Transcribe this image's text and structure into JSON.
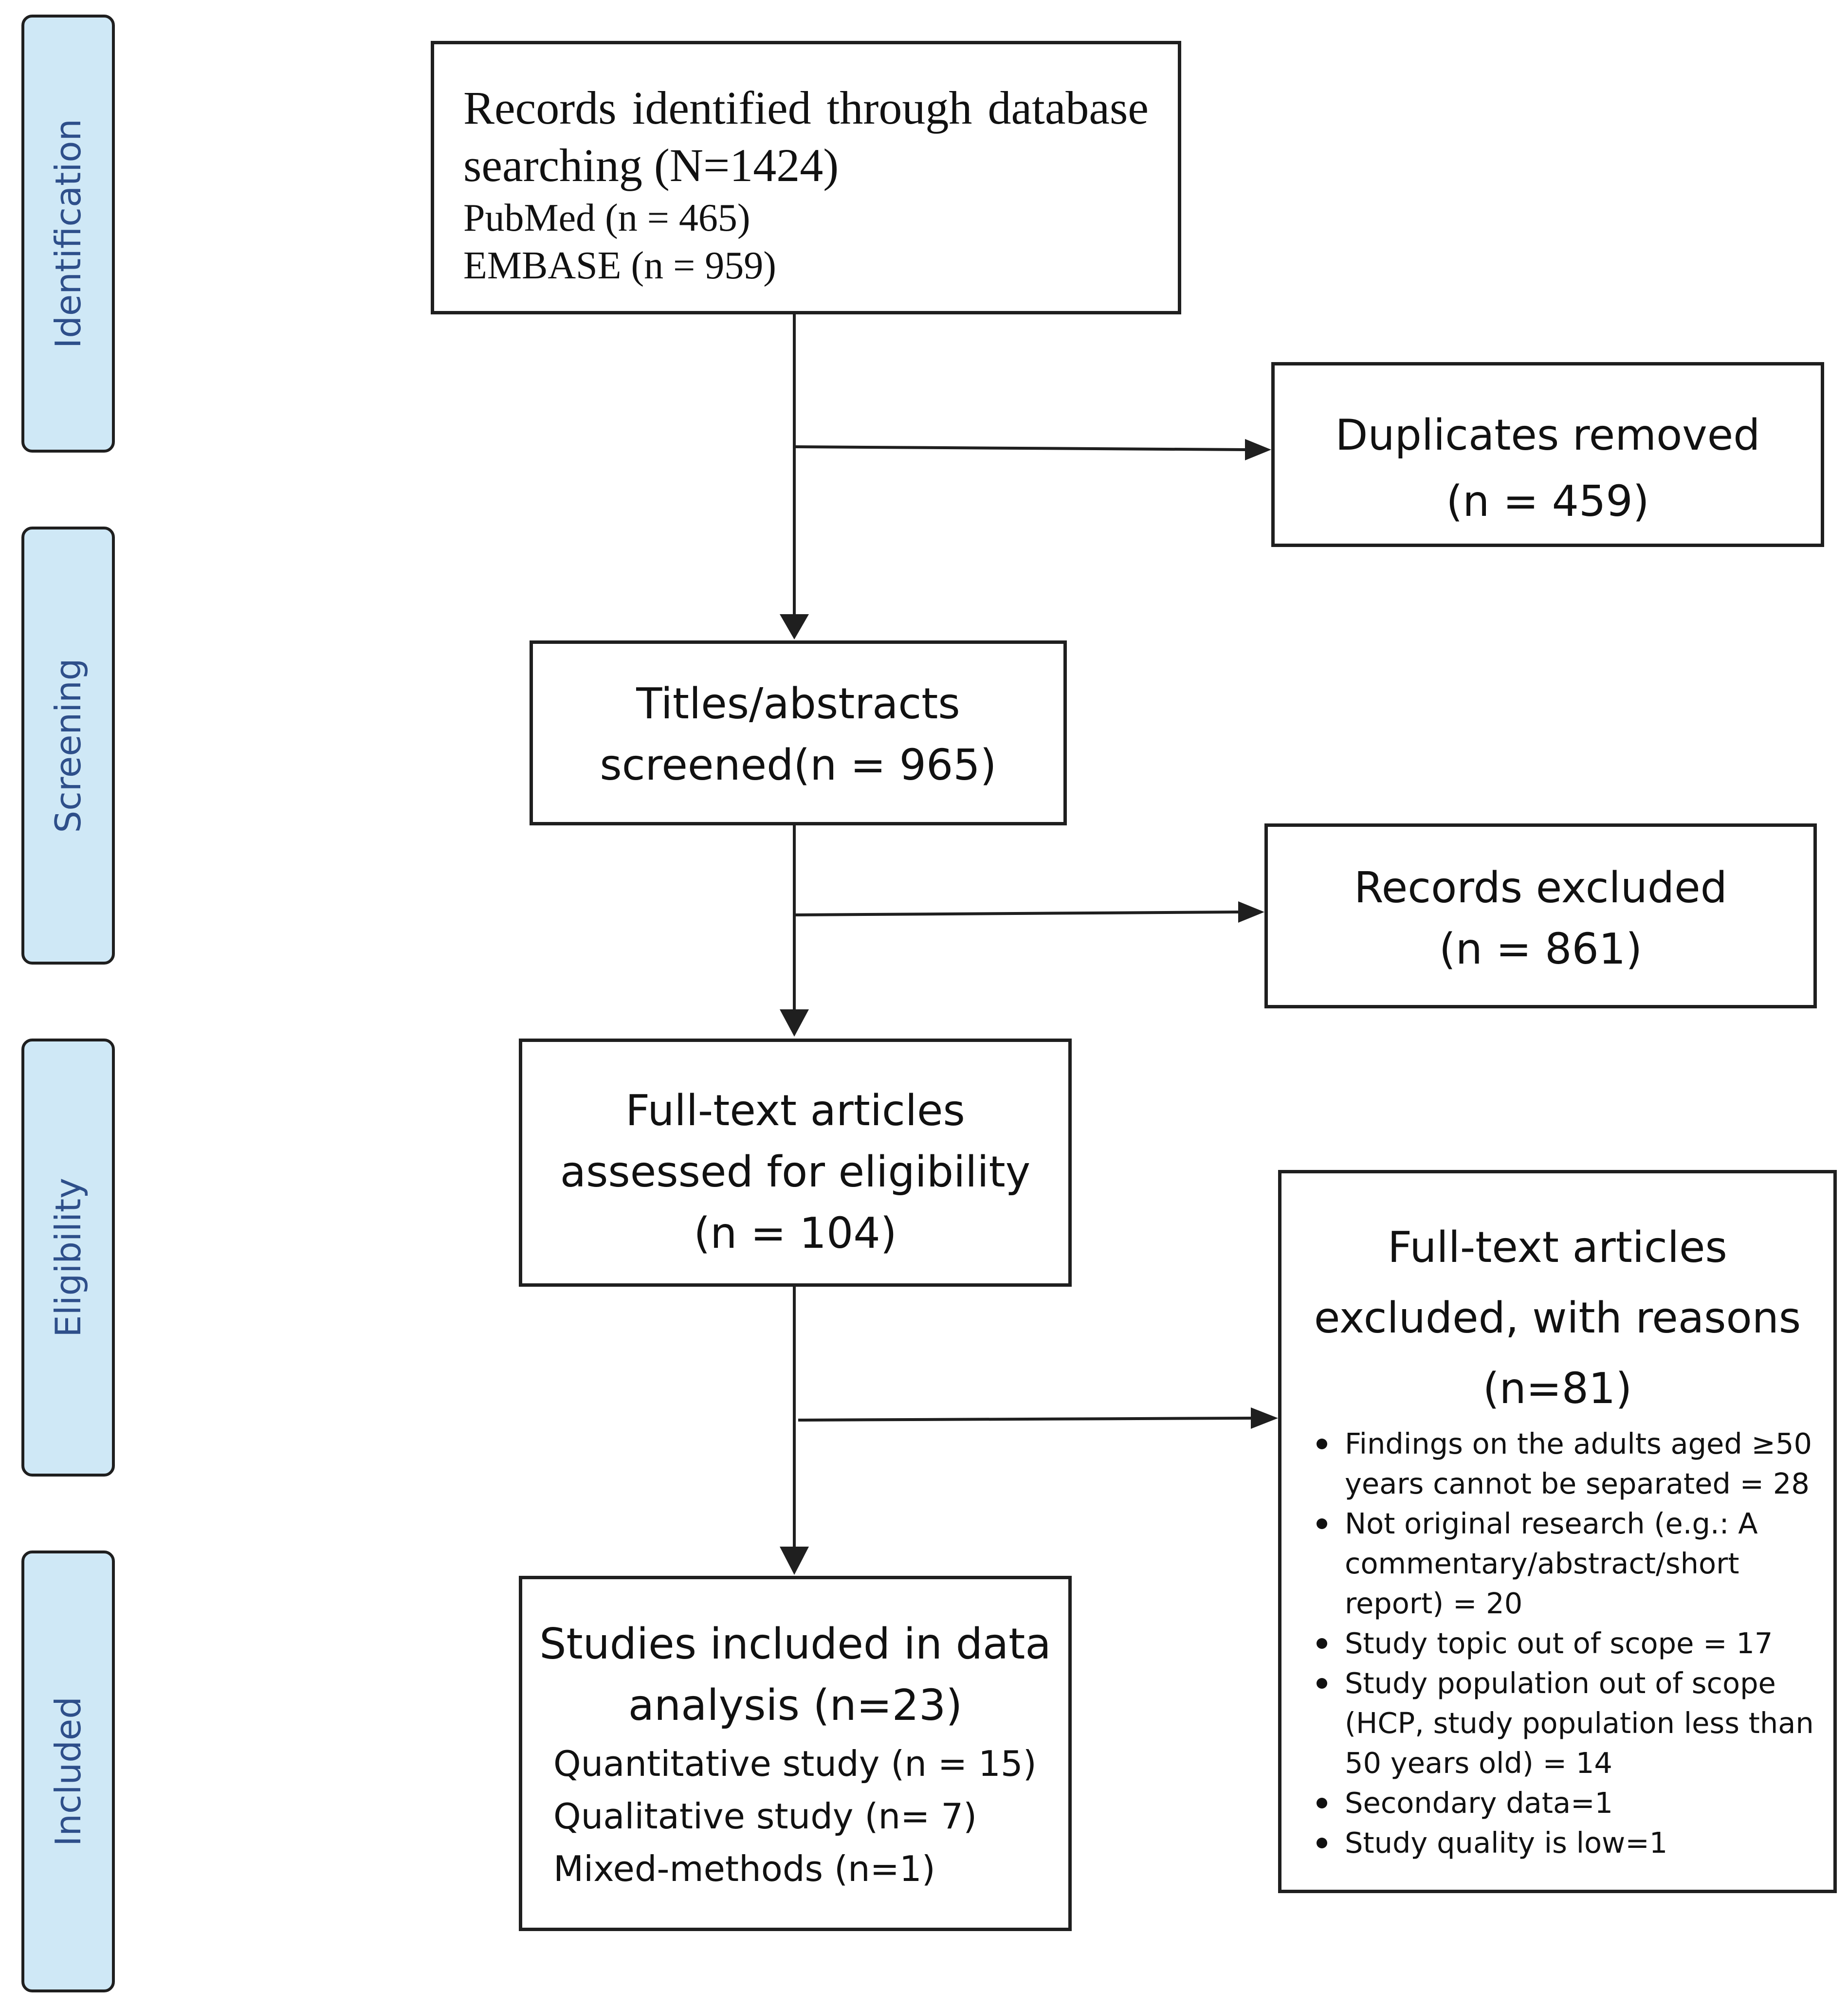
{
  "phases": {
    "identification": "Identification",
    "screening": "Screening",
    "eligibility": "Eligibility",
    "included": "Included"
  },
  "identification": {
    "records_main": "Records identified through database searching (N=1424)",
    "pubmed": "PubMed (n = 465)",
    "embase": "EMBASE (n = 959)"
  },
  "duplicates": {
    "label": "Duplicates removed",
    "count": "(n = 459)"
  },
  "screening": {
    "label": "Titles/abstracts",
    "count": "screened(n = 965)"
  },
  "records_excluded": {
    "label": "Records excluded",
    "count": "(n = 861)"
  },
  "eligibility": {
    "line1": "Full-text articles",
    "line2": "assessed for eligibility",
    "count": "(n = 104)"
  },
  "fulltext_excluded": {
    "line1": "Full-text articles",
    "line2": "excluded, with reasons",
    "count": "(n=81)",
    "reasons": [
      "Findings on the adults aged ≥50 years cannot be separated = 28",
      "Not original research (e.g.: A commentary/abstract/short report) = 20",
      "Study topic out of scope = 17",
      "Study population out of scope (HCP, study population less than 50 years old) = 14",
      "Secondary data=1",
      "Study quality is low=1"
    ]
  },
  "included": {
    "line1": "Studies included in data",
    "line2": "analysis (n=23)",
    "quantitative": "Quantitative study (n = 15)",
    "qualitative": "Qualitative study (n= 7)",
    "mixed": "Mixed-methods (n=1)"
  }
}
